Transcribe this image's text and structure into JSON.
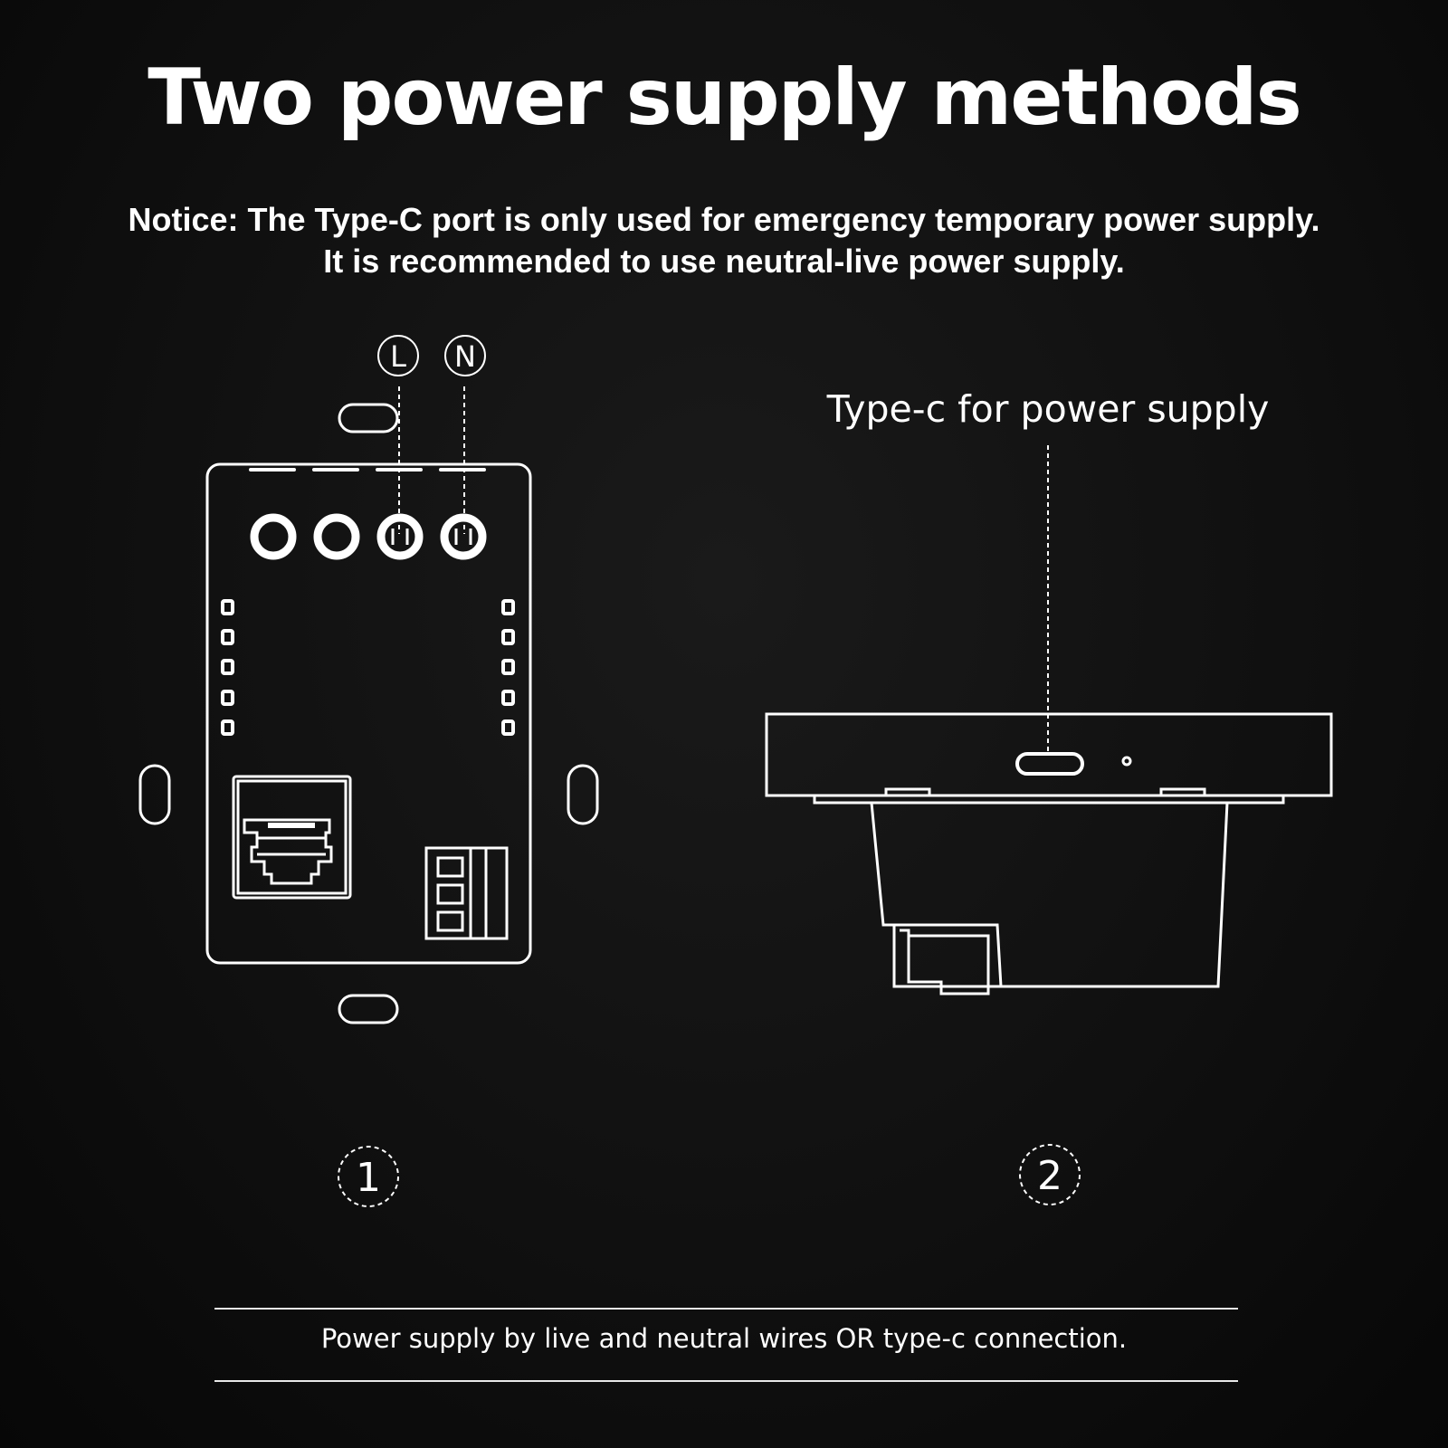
{
  "title": "Two power supply methods",
  "notice": {
    "line1": "Notice: The Type-C port is only used for emergency temporary power supply.",
    "line2": "It is recommended to use neutral-live power supply."
  },
  "method1": {
    "label_live": "L",
    "label_neutral": "N",
    "number": "1"
  },
  "method2": {
    "label": "Type-c for power supply",
    "number": "2"
  },
  "footer": {
    "caption": "Power supply by live and neutral wires OR type-c connection."
  },
  "colors": {
    "background": "#0f0f0f",
    "foreground": "#ffffff"
  }
}
